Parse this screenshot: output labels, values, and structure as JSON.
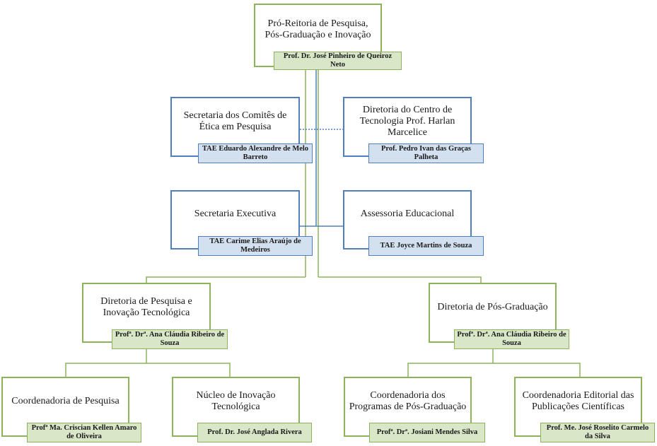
{
  "rectorate": {
    "title": "Pró-Reitoria de Pesquisa, Pós-Graduação e Inovação",
    "head": "Prof. Dr. José Pinheiro de Queiroz Neto"
  },
  "ethics_secretariat": {
    "title": "Secretaria dos Comitês de Ética em Pesquisa",
    "head": "TAE Eduardo Alexandre de Melo Barreto"
  },
  "technology_center": {
    "title": "Diretoria do Centro de Tecnologia Prof. Harlan Marcelice",
    "head": "Prof. Pedro Ivan das Graças Palheta"
  },
  "executive_secretariat": {
    "title": "Secretaria Executiva",
    "head": "TAE Carime Elias Araújo de Medeiros"
  },
  "educational_advisory": {
    "title": "Assessoria Educacional",
    "head": "TAE Joyce Martins de Souza"
  },
  "research_directorate": {
    "title": "Diretoria de Pesquisa e Inovação Tecnológica",
    "head": "Profª. Drª. Ana Cláudia Ribeiro de Souza"
  },
  "postgrad_directorate": {
    "title": "Diretoria de Pós-Graduação",
    "head": "Profª. Drª. Ana Cláudia Ribeiro de Souza"
  },
  "research_coordination": {
    "title": "Coordenadoria de Pesquisa",
    "head": "Profª Ma. Criscian Kellen Amaro de Oliveira"
  },
  "innovation_nucleus": {
    "title": "Núcleo de Inovação Tecnológica",
    "head": "Prof. Dr. José Anglada Rivera"
  },
  "programs_coordination": {
    "title": "Coordenadoria dos Programas de Pós-Graduação",
    "head": "Profª. Drª. Josiani Mendes Silva"
  },
  "editorial_coordination": {
    "title": "Coordenadoria Editorial das Publicações Científicas",
    "head": "Prof. Me. José Roselito Carmelo da Silva"
  },
  "colors": {
    "line_green": "#8db35a",
    "line_blue": "#4f80bd",
    "tag_green_fill": "#d9e6c8",
    "tag_blue_fill": "#d3e0f0"
  }
}
